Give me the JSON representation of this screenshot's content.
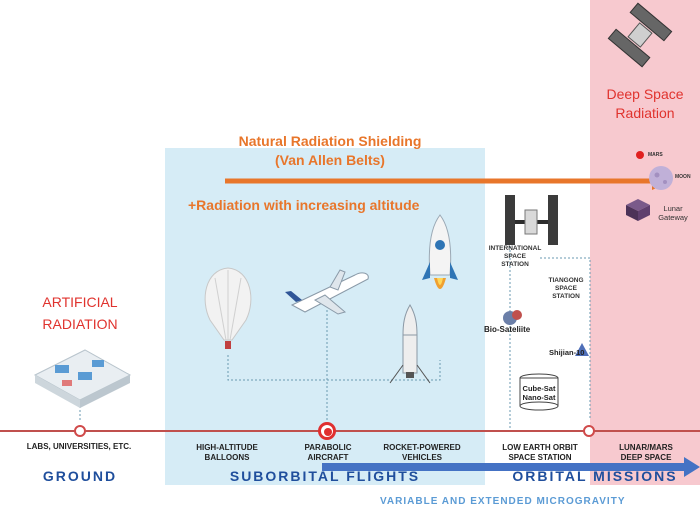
{
  "headings": {
    "shielding_line1": "Natural Radiation Shielding",
    "shielding_line2": "(Van Allen Belts)",
    "radiation_increase": "+Radiation with increasing altitude",
    "artificial_line1": "ARTIFICIAL",
    "artificial_line2": "RADIATION",
    "deep_space_line1": "Deep Space",
    "deep_space_line2": "Radiation"
  },
  "timeline": {
    "labs": "LABS, UNIVERSITIES, ETC.",
    "balloons_line1": "HIGH-ALTITUDE",
    "balloons_line2": "BALLOONS",
    "parabolic_line1": "PARABOLIC",
    "parabolic_line2": "AIRCRAFT",
    "rocket_line1": "ROCKET-POWERED",
    "rocket_line2": "VEHICLES",
    "leo_line1": "LOW EARTH ORBIT",
    "leo_line2": "SPACE STATION",
    "lunar_line1": "LUNAR/MARS",
    "lunar_line2": "DEEP SPACE"
  },
  "groups": {
    "ground": "GROUND",
    "suborbital": "SUBORBITAL FLIGHTS",
    "orbital": "ORBITAL MISSIONS"
  },
  "microgravity": "VARIABLE AND EXTENDED MICROGRAVITY",
  "labels": {
    "iss_line1": "INTERNATIONAL",
    "iss_line2": "SPACE",
    "iss_line3": "STATION",
    "tiangong_line1": "TIANGONG",
    "tiangong_line2": "SPACE",
    "tiangong_line3": "STATION",
    "bio_sat": "Bio-Sateliite",
    "shijian": "Shijian-10",
    "cubesat_line1": "Cube-Sat",
    "cubesat_line2": "Nano-Sat",
    "mars": "MARS",
    "moon": "MOON",
    "lunar_gateway_line1": "Lunar",
    "lunar_gateway_line2": "Gateway"
  },
  "colors": {
    "accent_orange": "#e8762b",
    "accent_red": "#e0332e",
    "accent_blue": "#1f4e9c",
    "suborbital_panel": "#d6ecf6",
    "deep_space_panel": "#f7c9cf"
  }
}
